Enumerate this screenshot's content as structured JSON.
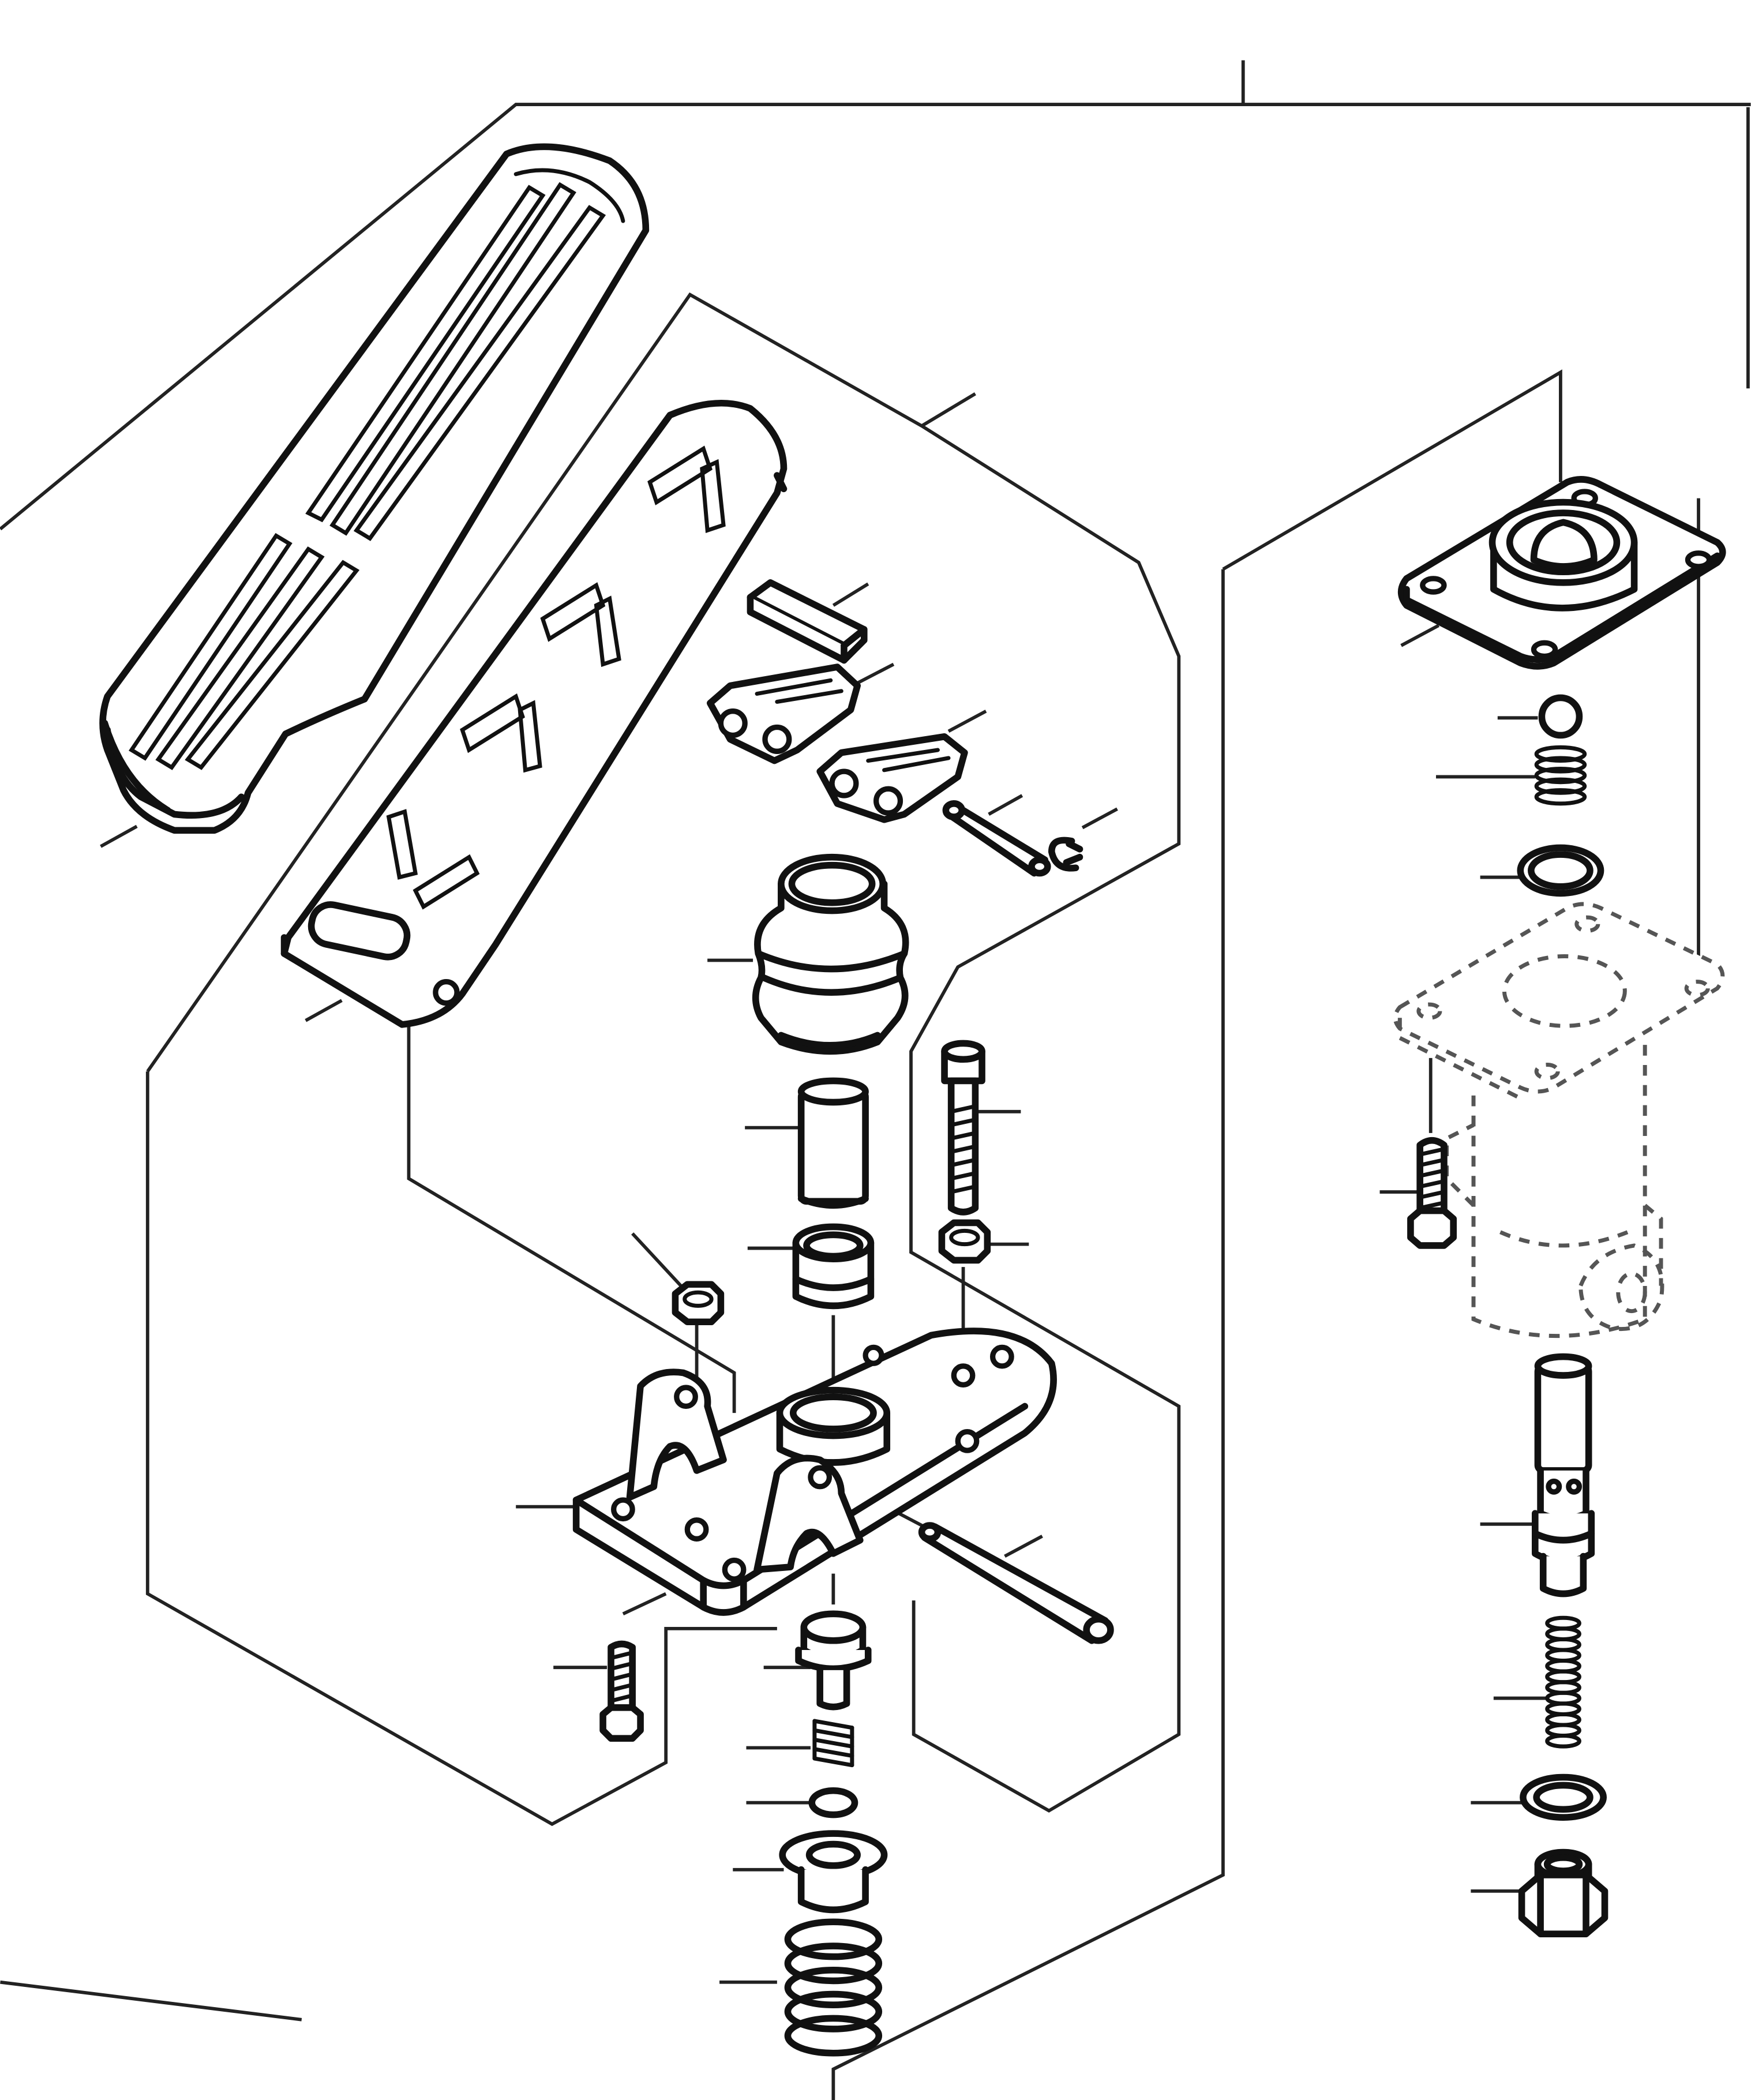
{
  "diagram": {
    "type": "exploded-parts-view",
    "colors": {
      "background": "#ffffff",
      "line": "#111111"
    },
    "callouts": [],
    "parts": [
      "pedal-pad",
      "pedal-arm",
      "clevis-clip",
      "clevis-fork-1",
      "clevis-fork-2",
      "clevis-pin",
      "e-clip",
      "rubber-boot",
      "plunger-rod",
      "bushing",
      "cap-screw",
      "hex-nut-right",
      "hex-nut-left",
      "base-plate",
      "pivot-pin",
      "hex-bolt-left",
      "valve-cap",
      "small-spring",
      "small-disc",
      "spring-seat",
      "main-spring",
      "valve-flange",
      "ball",
      "flange-spring",
      "flange-o-ring",
      "valve-body-phantom",
      "valve-bolt",
      "spool",
      "spool-spring",
      "washer",
      "hex-plug"
    ]
  }
}
